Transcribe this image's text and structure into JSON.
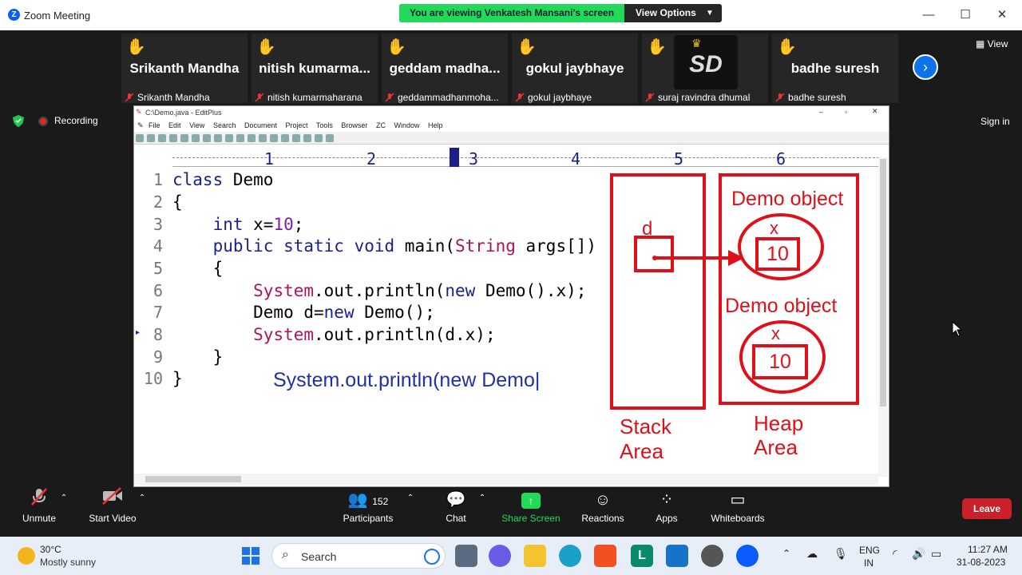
{
  "window": {
    "title": "Zoom Meeting",
    "viewing_banner": "You are viewing Venkatesh Mansani's screen",
    "view_options": "View Options"
  },
  "participants": [
    {
      "display": "Srikanth Mandha",
      "label": "Srikanth Mandha"
    },
    {
      "display": "nitish  kumarma...",
      "label": "nitish kumarmaharana"
    },
    {
      "display": "geddam madha...",
      "label": "geddammadhanmoha..."
    },
    {
      "display": "gokul jaybhaye",
      "label": "gokul jaybhaye"
    },
    {
      "display": "SD",
      "label": "suraj ravindra dhumal"
    },
    {
      "display": "badhe suresh",
      "label": "badhe suresh"
    }
  ],
  "top_right": {
    "view": "View",
    "sign_in": "Sign in"
  },
  "status": {
    "recording": "Recording"
  },
  "editplus": {
    "title": "C:\\Demo.java - EditPlus",
    "menu": [
      "File",
      "Edit",
      "View",
      "Search",
      "Document",
      "Project",
      "Tools",
      "Browser",
      "ZC",
      "Window",
      "Help"
    ],
    "ruler": [
      "1",
      "2",
      "3",
      "4",
      "5",
      "6"
    ],
    "line_numbers": [
      "1",
      "2",
      "3",
      "4",
      "5",
      "6",
      "7",
      "8",
      "9",
      "10"
    ],
    "typed_text": "System.out.println(new Demo|"
  },
  "diagram": {
    "stack_label_1": "Stack",
    "stack_label_2": "Area",
    "heap_label_1": "Heap",
    "heap_label_2": "Area",
    "var_d": "d",
    "obj1_title": "Demo object",
    "obj1_field": "x",
    "obj1_value": "10",
    "obj2_title": "Demo object",
    "obj2_field": "x",
    "obj2_value": "10"
  },
  "toolbar": {
    "unmute": "Unmute",
    "start_video": "Start Video",
    "participants": "Participants",
    "participants_count": "152",
    "chat": "Chat",
    "share_screen": "Share Screen",
    "reactions": "Reactions",
    "apps": "Apps",
    "whiteboards": "Whiteboards",
    "leave": "Leave"
  },
  "taskbar": {
    "temperature": "30°C",
    "weather": "Mostly sunny",
    "search": "Search",
    "lang_1": "ENG",
    "lang_2": "IN",
    "time": "11:27 AM",
    "date": "31-08-2023"
  },
  "colors": {
    "zoom_blue": "#0b5cff",
    "share_green": "#23d959",
    "leave_red": "#c9202a",
    "diagram_red": "#e0101a",
    "keyword_blue": "#1b1f8e"
  }
}
